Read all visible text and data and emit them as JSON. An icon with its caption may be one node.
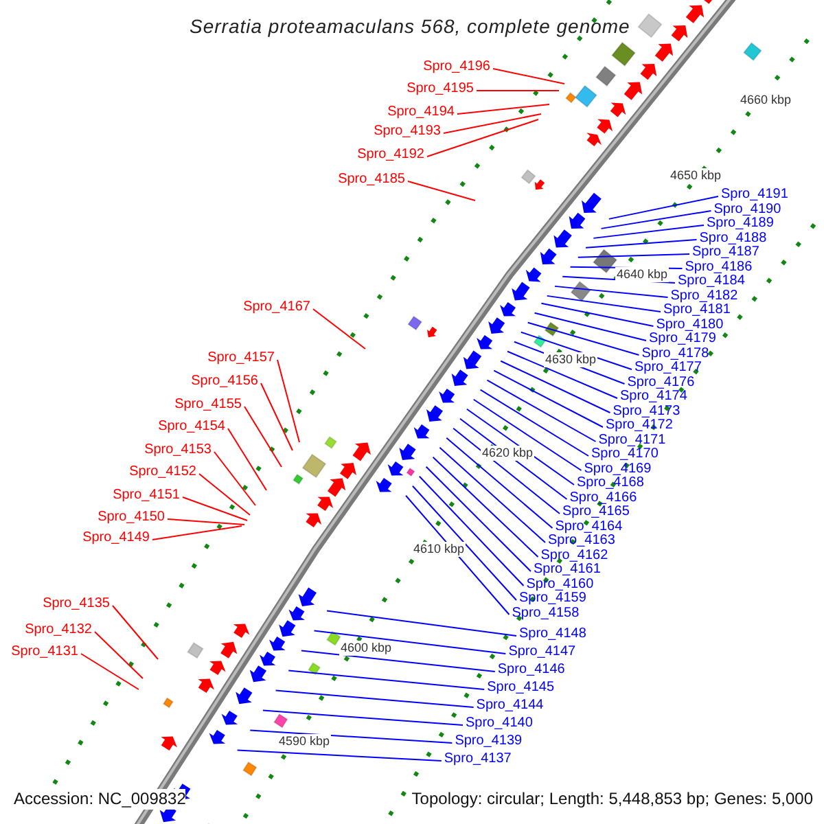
{
  "diagram": {
    "title": "Serratia proteamaculans 568, complete genome",
    "nodes": [
      {
        "text": [
          "Spro_4196"
        ]
      },
      {
        "text": [
          "Spro_4195"
        ]
      },
      {
        "text": [
          "Spro_4194"
        ]
      },
      {
        "text": [
          "Spro_4193"
        ]
      },
      {
        "text": [
          "Spro_4192"
        ]
      },
      {
        "text": [
          "Spro_4185"
        ]
      },
      {
        "text": [
          "Spro_4167"
        ]
      },
      {
        "text": [
          "Spro_4157"
        ]
      },
      {
        "text": [
          "Spro_4156"
        ]
      },
      {
        "text": [
          "Spro_4155"
        ]
      },
      {
        "text": [
          "Spro_4154"
        ]
      },
      {
        "text": [
          "Spro_4153"
        ]
      },
      {
        "text": [
          "Spro_4152"
        ]
      },
      {
        "text": [
          "Spro_4151"
        ]
      },
      {
        "text": [
          "Spro_4150"
        ]
      },
      {
        "text": [
          "Spro_4149"
        ]
      },
      {
        "text": [
          "Spro_4135"
        ]
      },
      {
        "text": [
          "Spro_4132"
        ]
      },
      {
        "text": [
          "Spro_4131"
        ]
      },
      {
        "text": [
          "Spro_4191"
        ]
      },
      {
        "text": [
          "Spro_4190"
        ]
      },
      {
        "text": [
          "Spro_4189"
        ]
      },
      {
        "text": [
          "Spro_4188"
        ]
      },
      {
        "text": [
          "Spro_4187"
        ]
      },
      {
        "text": [
          "Spro_4186"
        ]
      },
      {
        "text": [
          "Spro_4184"
        ]
      },
      {
        "text": [
          "Spro_4182"
        ]
      },
      {
        "text": [
          "Spro_4181"
        ]
      },
      {
        "text": [
          "Spro_4180"
        ]
      },
      {
        "text": [
          "Spro_4179"
        ]
      },
      {
        "text": [
          "Spro_4178"
        ]
      },
      {
        "text": [
          "Spro_4177"
        ]
      },
      {
        "text": [
          "Spro_4176"
        ]
      },
      {
        "text": [
          "Spro_4174"
        ]
      },
      {
        "text": [
          "Spro_4173"
        ]
      },
      {
        "text": [
          "Spro_4172"
        ]
      },
      {
        "text": [
          "Spro_4171"
        ]
      },
      {
        "text": [
          "Spro_4170"
        ]
      },
      {
        "text": [
          "Spro_4169"
        ]
      },
      {
        "text": [
          "Spro_4168"
        ]
      },
      {
        "text": [
          "Spro_4166"
        ]
      },
      {
        "text": [
          "Spro_4165"
        ]
      },
      {
        "text": [
          "Spro_4164"
        ]
      },
      {
        "text": [
          "Spro_4163"
        ]
      },
      {
        "text": [
          "Spro_4162"
        ]
      },
      {
        "text": [
          "Spro_4161"
        ]
      },
      {
        "text": [
          "Spro_4160"
        ]
      },
      {
        "text": [
          "Spro_4159"
        ]
      },
      {
        "text": [
          "Spro_4158"
        ]
      },
      {
        "text": [
          "Spro_4148"
        ]
      },
      {
        "text": [
          "Spro_4147"
        ]
      },
      {
        "text": [
          "Spro_4146"
        ]
      },
      {
        "text": [
          "Spro_4145"
        ]
      },
      {
        "text": [
          "Spro_4144"
        ]
      },
      {
        "text": [
          "Spro_4140"
        ]
      },
      {
        "text": [
          "Spro_4139"
        ]
      },
      {
        "text": [
          "Spro_4137"
        ]
      }
    ],
    "edges": [
      {
        "from": 0,
        "to": null,
        "arrow": "none",
        "color": "#ff0000"
      },
      {
        "from": 1,
        "to": null,
        "arrow": "none",
        "color": "#ff0000"
      },
      {
        "from": 2,
        "to": null,
        "arrow": "none",
        "color": "#ff0000"
      },
      {
        "from": 3,
        "to": null,
        "arrow": "none",
        "color": "#ff0000"
      },
      {
        "from": 4,
        "to": null,
        "arrow": "none",
        "color": "#ff0000"
      },
      {
        "from": 5,
        "to": null,
        "arrow": "none",
        "color": "#ff0000"
      },
      {
        "from": 6,
        "to": null,
        "arrow": "none",
        "color": "#ff0000"
      },
      {
        "from": 7,
        "to": null,
        "arrow": "none",
        "color": "#ff0000"
      },
      {
        "from": 8,
        "to": null,
        "arrow": "none",
        "color": "#ff0000"
      },
      {
        "from": 9,
        "to": null,
        "arrow": "none",
        "color": "#ff0000"
      },
      {
        "from": 10,
        "to": null,
        "arrow": "none",
        "color": "#ff0000"
      },
      {
        "from": 11,
        "to": null,
        "arrow": "none",
        "color": "#ff0000"
      },
      {
        "from": 12,
        "to": null,
        "arrow": "none",
        "color": "#ff0000"
      },
      {
        "from": 13,
        "to": null,
        "arrow": "none",
        "color": "#ff0000"
      },
      {
        "from": 14,
        "to": null,
        "arrow": "none",
        "color": "#ff0000"
      },
      {
        "from": 15,
        "to": null,
        "arrow": "none",
        "color": "#ff0000"
      },
      {
        "from": 16,
        "to": null,
        "arrow": "none",
        "color": "#ff0000"
      },
      {
        "from": 17,
        "to": null,
        "arrow": "none",
        "color": "#ff0000"
      },
      {
        "from": 18,
        "to": null,
        "arrow": "none",
        "color": "#ff0000"
      },
      {
        "from": 19,
        "to": null,
        "arrow": "none"
      },
      {
        "from": 20,
        "to": null,
        "arrow": "none"
      },
      {
        "from": 21,
        "to": null,
        "arrow": "none"
      },
      {
        "from": 22,
        "to": null,
        "arrow": "none"
      },
      {
        "from": 23,
        "to": null,
        "arrow": "none"
      },
      {
        "from": 24,
        "to": null,
        "arrow": "none"
      },
      {
        "from": 25,
        "to": null,
        "arrow": "none"
      },
      {
        "from": 26,
        "to": null,
        "arrow": "none"
      },
      {
        "from": 27,
        "to": null,
        "arrow": "none"
      },
      {
        "from": 28,
        "to": null,
        "arrow": "none"
      },
      {
        "from": 29,
        "to": null,
        "arrow": "none"
      },
      {
        "from": 30,
        "to": null,
        "arrow": "none"
      },
      {
        "from": 31,
        "to": null,
        "arrow": "none"
      },
      {
        "from": 32,
        "to": null,
        "arrow": "none"
      },
      {
        "from": 33,
        "to": null,
        "arrow": "none"
      },
      {
        "from": 34,
        "to": null,
        "arrow": "none"
      },
      {
        "from": 35,
        "to": null,
        "arrow": "none"
      },
      {
        "from": 36,
        "to": null,
        "arrow": "none"
      },
      {
        "from": 37,
        "to": null,
        "arrow": "none"
      },
      {
        "from": 38,
        "to": null,
        "arrow": "none"
      },
      {
        "from": 39,
        "to": null,
        "arrow": "none"
      },
      {
        "from": 40,
        "to": null,
        "arrow": "none"
      },
      {
        "from": 41,
        "to": null,
        "arrow": "none"
      },
      {
        "from": 42,
        "to": null,
        "arrow": "none"
      },
      {
        "from": 43,
        "to": null,
        "arrow": "none"
      },
      {
        "from": 44,
        "to": null,
        "arrow": "none"
      },
      {
        "from": 45,
        "to": null,
        "arrow": "none"
      },
      {
        "from": 46,
        "to": null,
        "arrow": "none"
      },
      {
        "from": 47,
        "to": null,
        "arrow": "none"
      },
      {
        "from": 48,
        "to": null,
        "arrow": "none"
      },
      {
        "from": 49,
        "to": null,
        "arrow": "none"
      },
      {
        "from": 50,
        "to": null,
        "arrow": "none"
      },
      {
        "from": 51,
        "to": null,
        "arrow": "none"
      },
      {
        "from": 52,
        "to": null,
        "arrow": "none"
      },
      {
        "from": 53,
        "to": null,
        "arrow": "none"
      },
      {
        "from": 54,
        "to": null,
        "arrow": "none"
      },
      {
        "from": 55,
        "to": null,
        "arrow": "none"
      },
      {
        "from": 56,
        "to": null,
        "arrow": "none"
      }
    ],
    "labels": [
      "4660 kbp",
      "4650 kbp",
      "4640 kbp",
      "4630 kbp",
      "4620 kbp",
      "4610 kbp",
      "4600 kbp",
      "4590 kbp",
      "Accession: NC_009832",
      "Topology: circular; Length: 5,448,853 bp; Genes: 5,000"
    ]
  }
}
